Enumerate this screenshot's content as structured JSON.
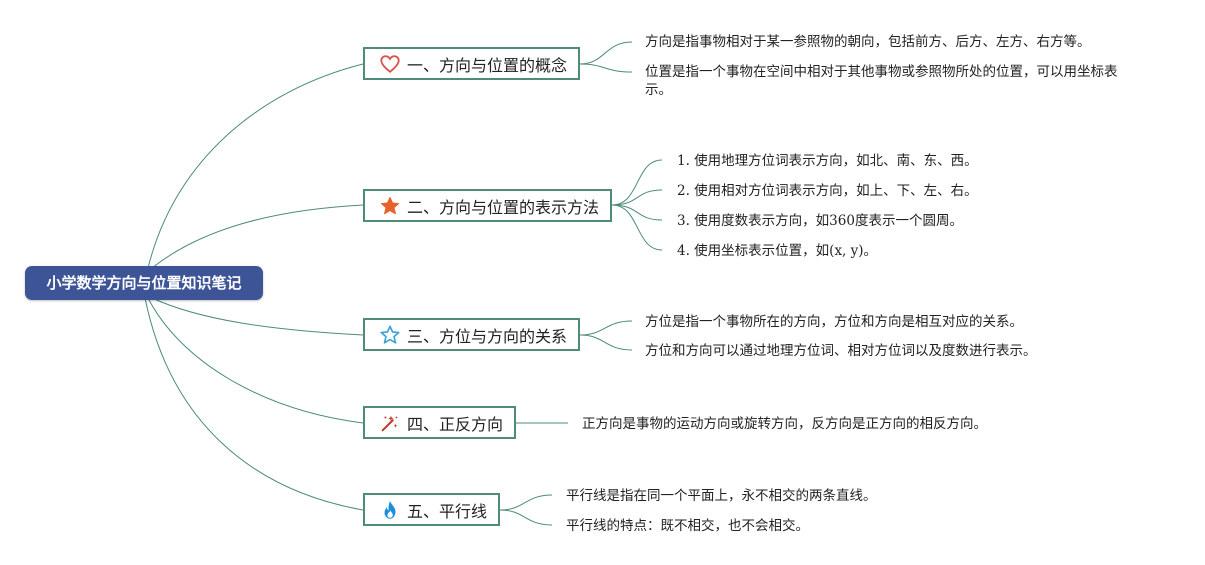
{
  "root": {
    "label": "小学数学方向与位置知识笔记"
  },
  "branches": [
    {
      "label": "一、方向与位置的概念",
      "icon": "heart-icon",
      "leaves": [
        "方向是指事物相对于某一参照物的朝向，包括前方、后方、左方、右方等。",
        "位置是指一个事物在空间中相对于其他事物或参照物所处的位置，可以用坐标表示。"
      ]
    },
    {
      "label": "二、方向与位置的表示方法",
      "icon": "star-filled-icon",
      "leaves": [
        "1. 使用地理方位词表示方向，如北、南、东、西。",
        "2. 使用相对方位词表示方向，如上、下、左、右。",
        "3. 使用度数表示方向，如360度表示一个圆周。",
        "4. 使用坐标表示位置，如(x, y)。"
      ]
    },
    {
      "label": "三、方位与方向的关系",
      "icon": "star-outline-icon",
      "leaves": [
        "方位是指一个事物所在的方向，方位和方向是相互对应的关系。",
        "方位和方向可以通过地理方位词、相对方位词以及度数进行表示。"
      ]
    },
    {
      "label": "四、正反方向",
      "icon": "magic-wand-icon",
      "leaves": [
        "正方向是事物的运动方向或旋转方向，反方向是正方向的相反方向。"
      ]
    },
    {
      "label": "五、平行线",
      "icon": "flame-icon",
      "leaves": [
        "平行线是指在同一个平面上，永不相交的两条直线。",
        "平行线的特点：既不相交，也不会相交。"
      ]
    }
  ],
  "colors": {
    "root_bg": "#3d5597",
    "connector": "#4e8b7a"
  }
}
